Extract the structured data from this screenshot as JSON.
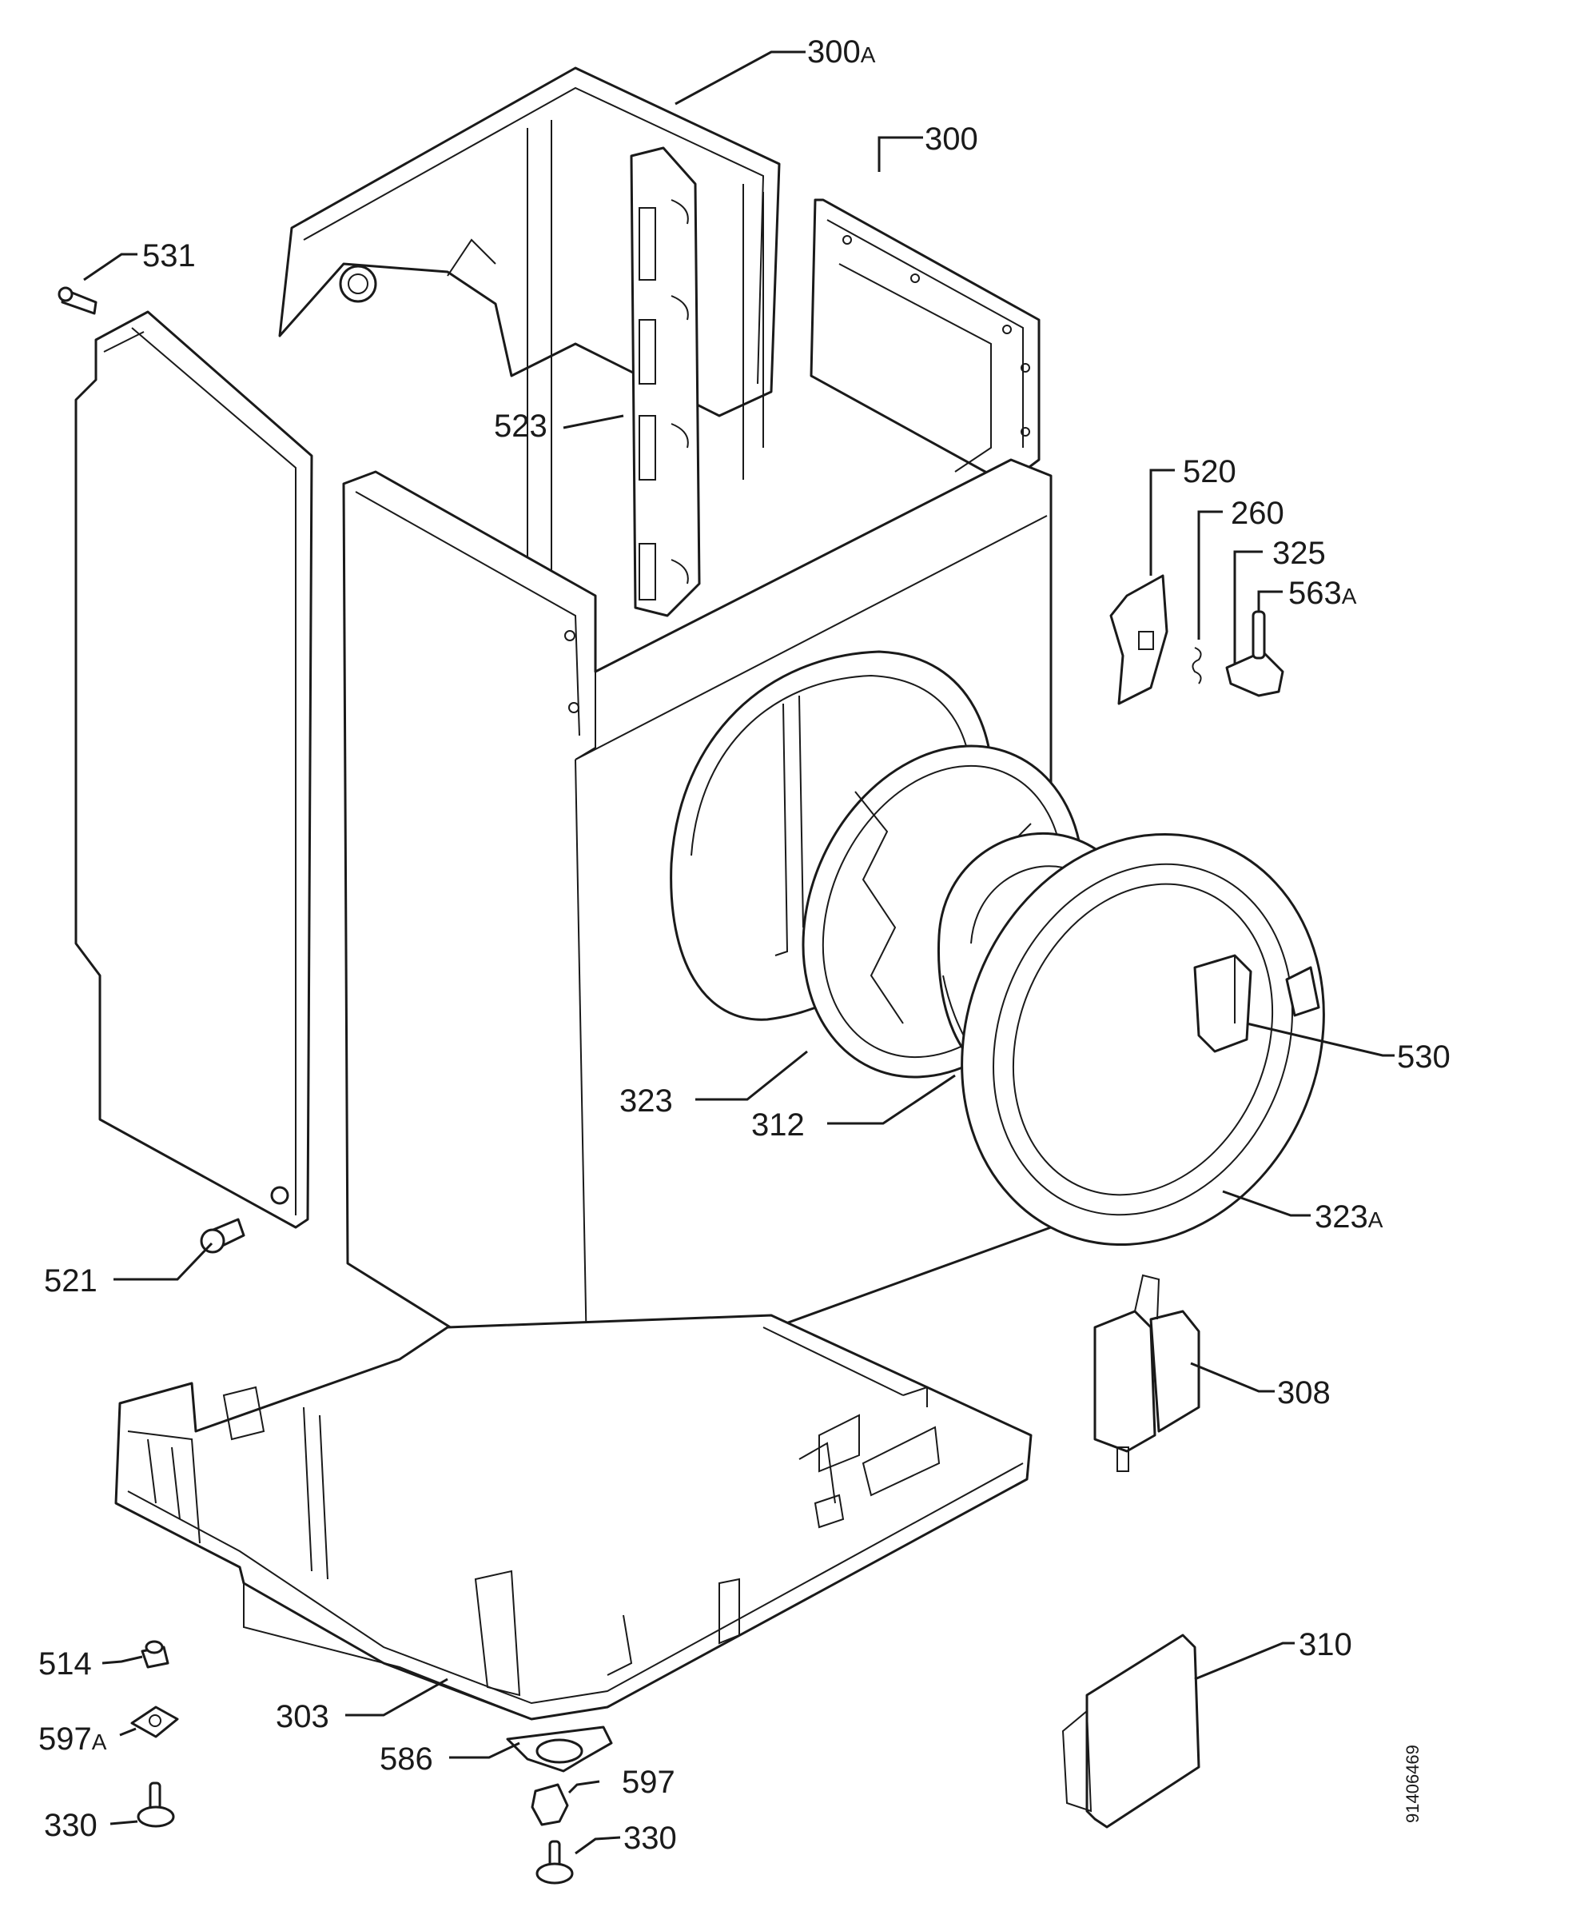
{
  "diagram": {
    "document_number": "91406469",
    "labels": {
      "l300A": {
        "num": "300",
        "suffix": "A"
      },
      "l300": {
        "num": "300",
        "suffix": ""
      },
      "l531": {
        "num": "531",
        "suffix": ""
      },
      "l523": {
        "num": "523",
        "suffix": ""
      },
      "l520": {
        "num": "520",
        "suffix": ""
      },
      "l260": {
        "num": "260",
        "suffix": ""
      },
      "l325": {
        "num": "325",
        "suffix": ""
      },
      "l563A": {
        "num": "563",
        "suffix": "A"
      },
      "l530": {
        "num": "530",
        "suffix": ""
      },
      "l323": {
        "num": "323",
        "suffix": ""
      },
      "l312": {
        "num": "312",
        "suffix": ""
      },
      "l323A": {
        "num": "323",
        "suffix": "A"
      },
      "l521": {
        "num": "521",
        "suffix": ""
      },
      "l308": {
        "num": "308",
        "suffix": ""
      },
      "l310": {
        "num": "310",
        "suffix": ""
      },
      "l514": {
        "num": "514",
        "suffix": ""
      },
      "l597A": {
        "num": "597",
        "suffix": "A"
      },
      "l303": {
        "num": "303",
        "suffix": ""
      },
      "l586": {
        "num": "586",
        "suffix": ""
      },
      "l597": {
        "num": "597",
        "suffix": ""
      },
      "l330a": {
        "num": "330",
        "suffix": ""
      },
      "l330b": {
        "num": "330",
        "suffix": ""
      }
    }
  }
}
